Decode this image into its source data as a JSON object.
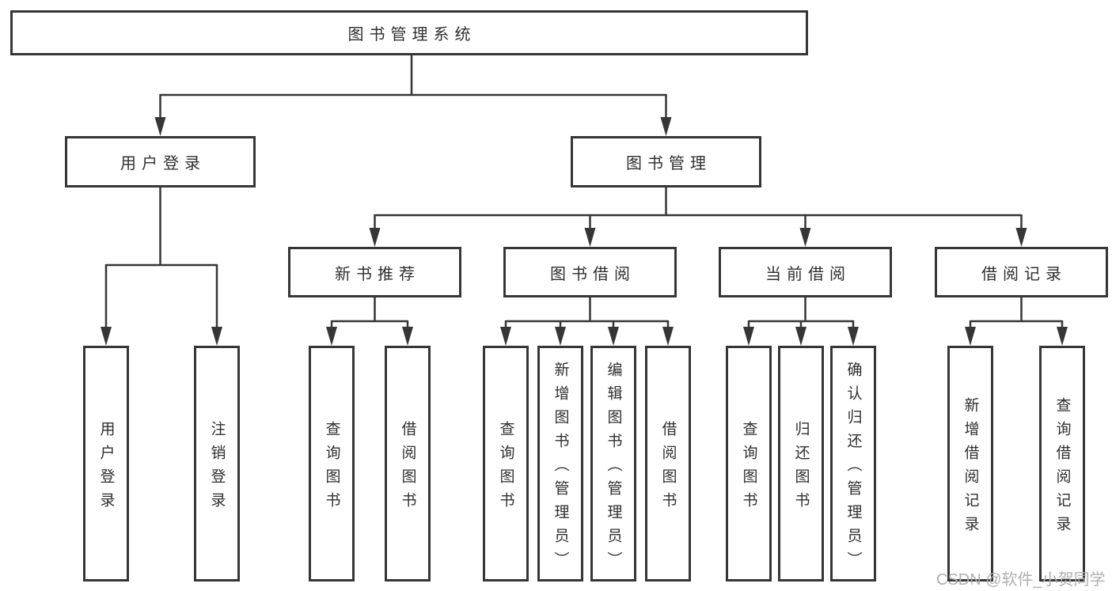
{
  "tree": {
    "root": {
      "label": "图书管理系统"
    },
    "branches": [
      {
        "label": "用户登录",
        "children": [
          {
            "label": "用户登录"
          },
          {
            "label": "注销登录"
          }
        ]
      },
      {
        "label": "图书管理",
        "sections": [
          {
            "label": "新书推荐",
            "children": [
              {
                "label": "查询图书"
              },
              {
                "label": "借阅图书"
              }
            ]
          },
          {
            "label": "图书借阅",
            "children": [
              {
                "label": "查询图书"
              },
              {
                "label": "新增图书（管理员）"
              },
              {
                "label": "编辑图书（管理员）"
              },
              {
                "label": "借阅图书"
              }
            ]
          },
          {
            "label": "当前借阅",
            "children": [
              {
                "label": "查询图书"
              },
              {
                "label": "归还图书"
              },
              {
                "label": "确认归还（管理员）"
              }
            ]
          },
          {
            "label": "借阅记录",
            "children": [
              {
                "label": "新增借阅记录"
              },
              {
                "label": "查询借阅记录"
              }
            ]
          }
        ]
      }
    ]
  },
  "watermark": {
    "text": "CSDN @软件_小贺同学"
  },
  "colors": {
    "line": "#363636",
    "box_border": "#363636",
    "text": "#2f2f2f",
    "watermark": "#b0b0b0",
    "background": "#ffffff"
  }
}
